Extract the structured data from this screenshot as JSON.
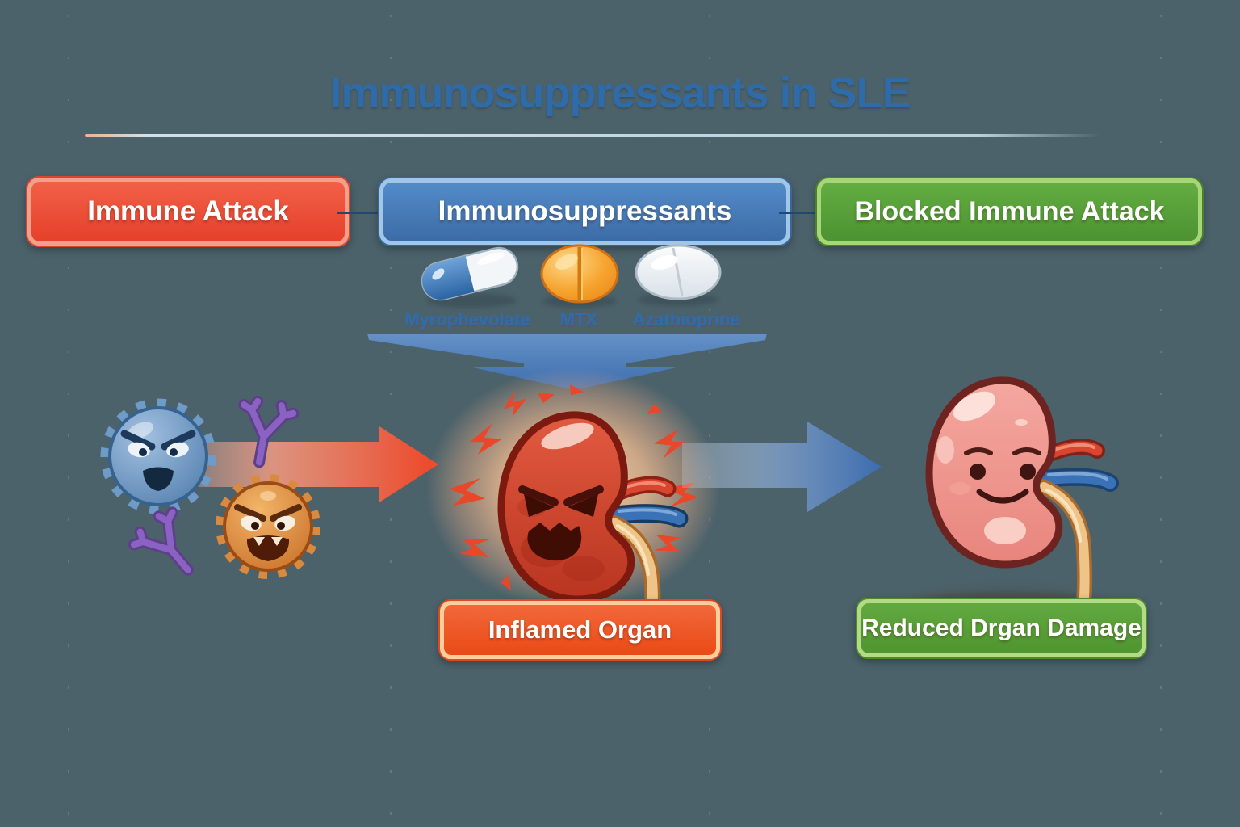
{
  "title": "Immunosuppressants in SLE",
  "flow_boxes": [
    {
      "label": "Immune Attack",
      "fill": "#e8432d",
      "ring": "#f2a08c"
    },
    {
      "label": "Immunosuppressants",
      "fill": "#4878b8",
      "ring": "#a2c6e6"
    },
    {
      "label": "Blocked Immune Attack",
      "fill": "#55a038",
      "ring": "#a9d579"
    }
  ],
  "drugs": [
    {
      "label": "Myrophevolate",
      "icon": "blue-white-capsule-icon"
    },
    {
      "label": "MTX",
      "icon": "orange-round-tablet-icon"
    },
    {
      "label": "Azathioprine",
      "icon": "white-oval-tablet-icon"
    }
  ],
  "organ_labels": [
    {
      "label": "Inflamed Organ",
      "fill": "#ea4a16",
      "ring": "#f8cf9d"
    },
    {
      "label": "Reduced Drgan Damage",
      "fill": "#4f9530",
      "ring": "#b4da85"
    }
  ],
  "icons": [
    "blue-immune-cell-icon",
    "orange-immune-cell-icon",
    "antibody-icon",
    "attack-arrow-icon",
    "funnel-arrow-icon",
    "treatment-arrow-icon",
    "inflamed-kidney-icon",
    "healthy-kidney-icon"
  ],
  "colors": {
    "background": "#4c626a",
    "title_text": "#2e6ba8",
    "drug_label_text": "#2e6dac",
    "attack_arrow_red": "#ee4526",
    "treatment_arrow_blue": "#3b6cb0",
    "connector_line": "#23486f"
  }
}
